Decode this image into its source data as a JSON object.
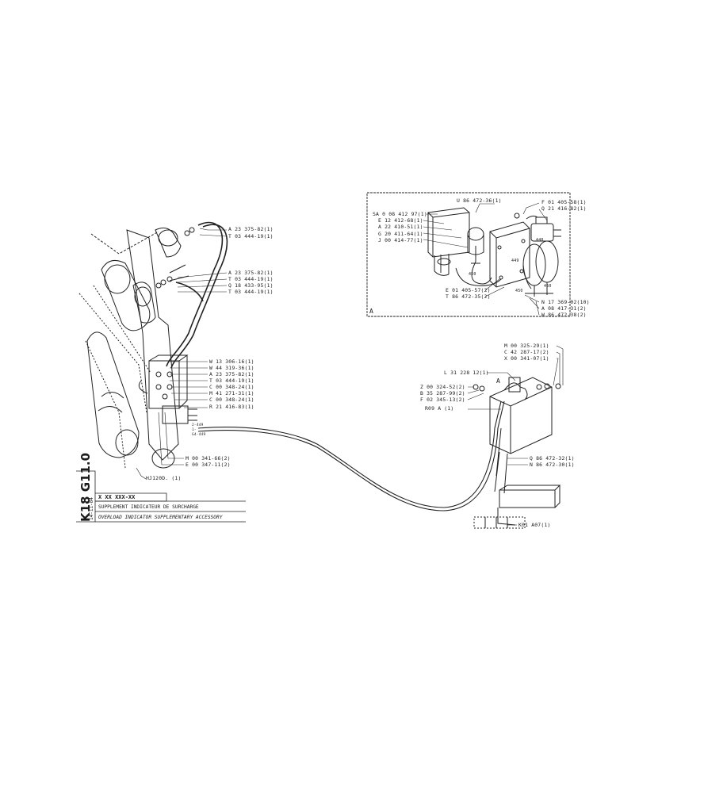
{
  "title_block": {
    "code": "K18 G11.0",
    "date": "14-11-84",
    "part_no": "X XX XXX-XX",
    "title_fr": "SUPPLEMENT INDICATEUR DE SURCHARGE",
    "title_en": "OVERLOAD INDICATOR SUPPLEMENTARY ACCESSORY"
  },
  "detail": {
    "letter": "A",
    "labels_left": [
      "SA 0 08 412 97(1)",
      "E 12 412-68(1)",
      "A 22 410-51(1)",
      "G 20 411-64(1)",
      "J 00 414-77(1)"
    ],
    "label_top": "U 86 472-36(1)",
    "labels_right": [
      "F 01 405-58(1)",
      "Q 21 416-82(1)"
    ],
    "labels_bottom_mid": [
      "E 01 405-57(2)",
      "T 86 472-35(2)"
    ],
    "labels_bottom_right": [
      "N 17 369-02(10)",
      "A 08 417-31(2)",
      "W 86 472-38(2)"
    ],
    "small_marks": [
      "450",
      "448",
      "449",
      "450",
      "450"
    ]
  },
  "boom_labels": {
    "top": [
      "A 23 375-82(1)",
      "T 03 444-19(1)"
    ],
    "mid": [
      "A 23 375-82(1)",
      "T 03 444-19(1)",
      "Q 18 433-95(1)",
      "T 03 444-19(1)"
    ],
    "block": [
      "W 13 306-16(1)",
      "W 44 319-36(1)",
      "A 23 375-82(1)",
      "T 03 444-19(1)",
      "C 00 348-24(1)",
      "M 41 271-31(1)",
      "C 00 348-24(1)",
      "R 21 416-83(1)"
    ],
    "bottom": [
      "M 00 341-66(2)",
      "E 00 347-11(2)"
    ],
    "ref": "HJ120D. (1)",
    "small_marks": [
      "2-449",
      "1-",
      "G4-449"
    ]
  },
  "cab_labels": {
    "letter": "A",
    "top_right": [
      "M 00 325-29(1)",
      "C 42 287-17(2)",
      "X 00 341-07(1)"
    ],
    "mid": "L 31 228 12(1)",
    "left": [
      "Z 00 324-52(2)",
      "B 35 287-99(2)",
      "F 02 345-13(2)"
    ],
    "ref_left": "R09 A (1)",
    "right": [
      "Q 86 472-32(1)",
      "N 86 472-30(1)"
    ],
    "ref_bottom": "K01 A07(1)"
  }
}
